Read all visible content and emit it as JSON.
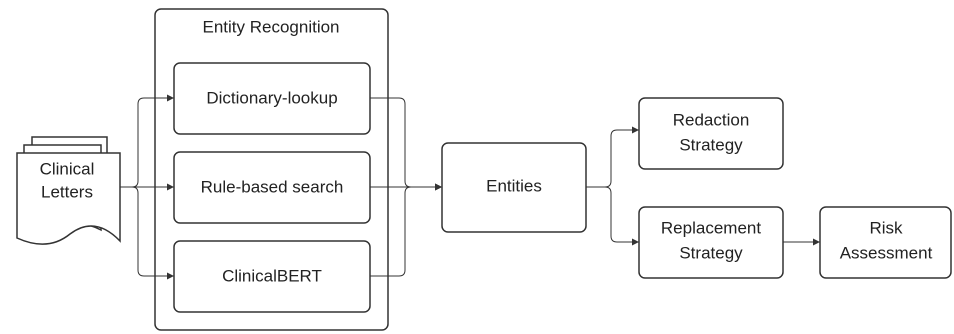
{
  "documents": {
    "line1": "Clinical",
    "line2": "Letters"
  },
  "entity_recognition": {
    "title": "Entity Recognition",
    "methods": [
      "Dictionary-lookup",
      "Rule-based search",
      "ClinicalBERT"
    ]
  },
  "entities": {
    "label": "Entities"
  },
  "strategies": {
    "redaction": {
      "line1": "Redaction",
      "line2": "Strategy"
    },
    "replacement": {
      "line1": "Replacement",
      "line2": "Strategy"
    }
  },
  "risk_assessment": {
    "line1": "Risk",
    "line2": "Assessment"
  }
}
